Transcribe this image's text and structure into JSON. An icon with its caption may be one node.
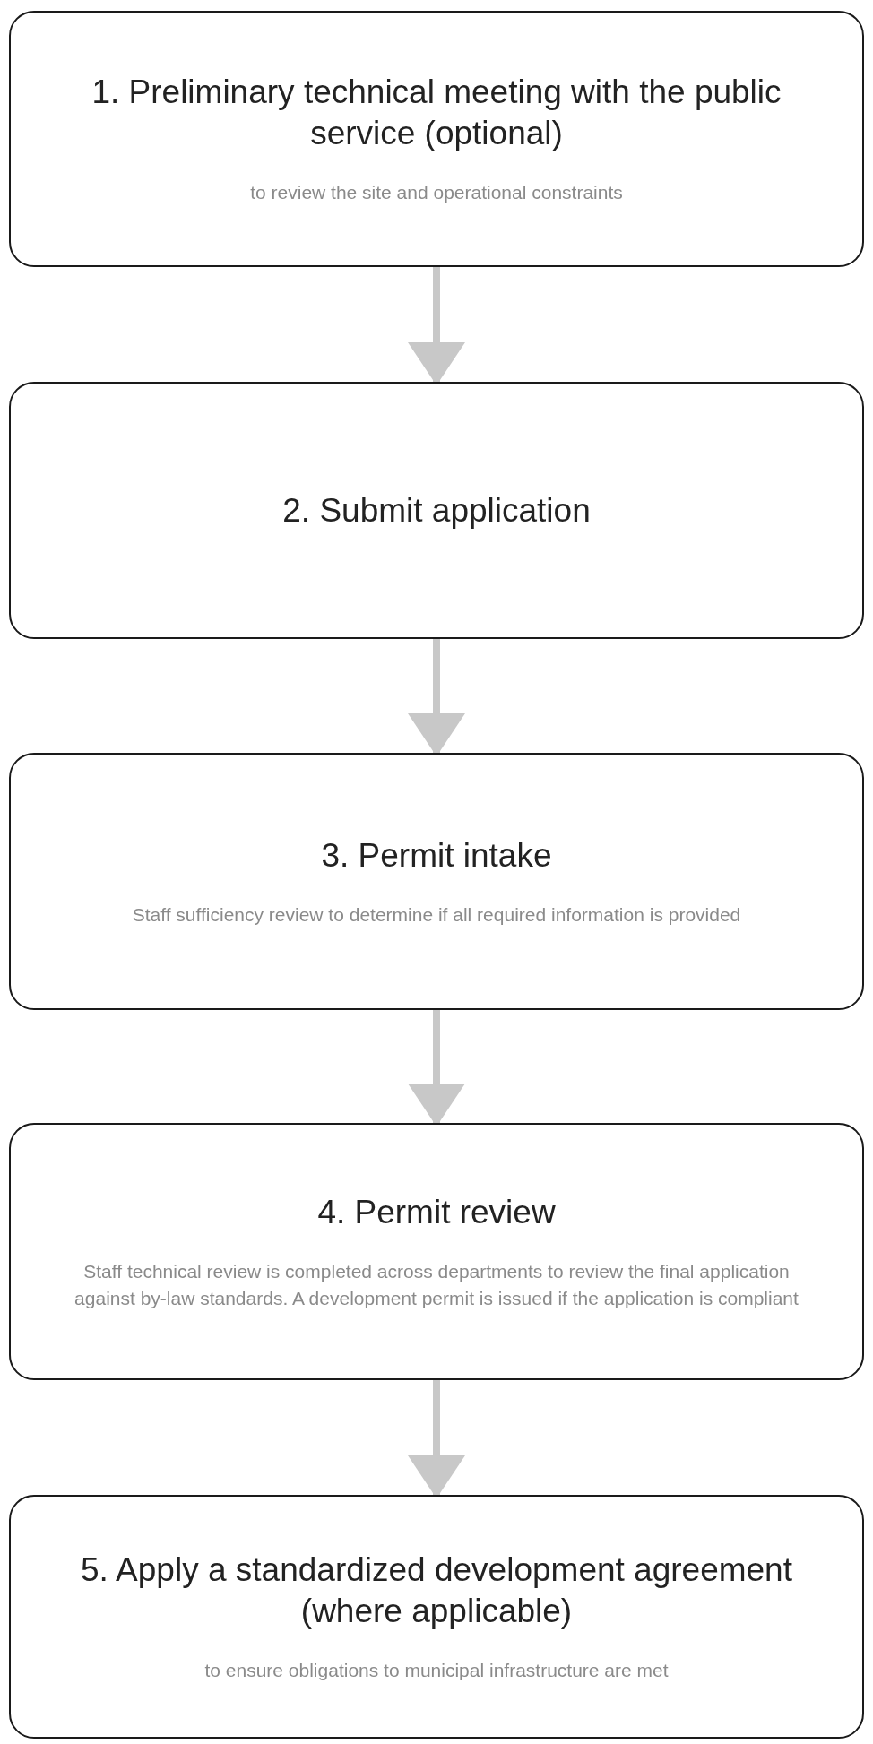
{
  "diagram": {
    "nodes": [
      {
        "text": [
          "1. Preliminary technical meeting with the public service (optional)",
          "to review the site and operational constraints"
        ]
      },
      {
        "text": [
          "2. Submit application"
        ]
      },
      {
        "text": [
          "3. Permit intake",
          "Staff sufficiency review to determine if all required information is provided"
        ]
      },
      {
        "text": [
          "4. Permit review",
          "Staff technical review is completed across departments to review the final application against by-law standards. A development permit is issued if the application is compliant"
        ]
      },
      {
        "text": [
          "5. Apply a standardized development agreement (where applicable)",
          "to ensure obligations to municipal infrastructure are met"
        ]
      }
    ],
    "edges": [
      {
        "from": 0,
        "to": 1,
        "arrow": "to"
      },
      {
        "from": 1,
        "to": 2,
        "arrow": "to"
      },
      {
        "from": 2,
        "to": 3,
        "arrow": "to"
      },
      {
        "from": 3,
        "to": 4,
        "arrow": "to"
      }
    ]
  }
}
